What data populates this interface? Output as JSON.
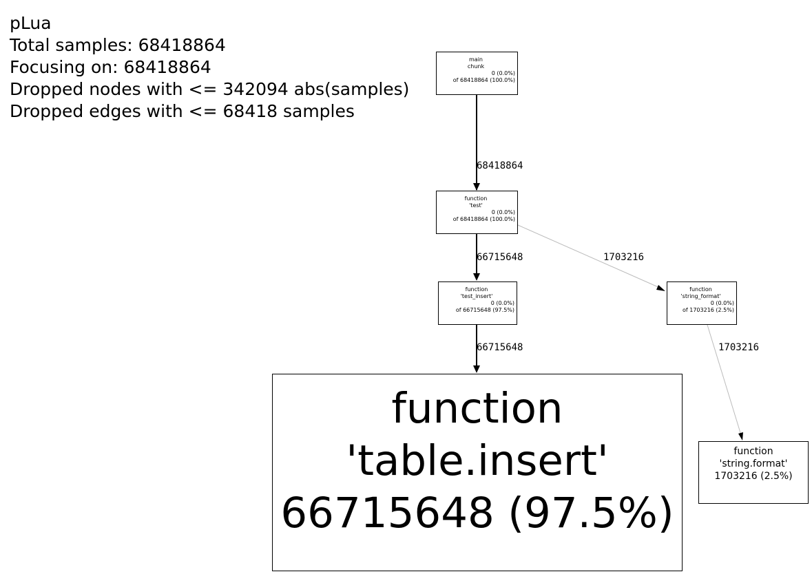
{
  "legend": {
    "title": "pLua",
    "total": "Total samples: 68418864",
    "focus": "Focusing on: 68418864",
    "dropped_nodes": "Dropped nodes with <= 342094 abs(samples)",
    "dropped_edges": "Dropped edges with <= 68418 samples"
  },
  "nodes": {
    "main_chunk": {
      "l1": "main",
      "l2": "chunk",
      "self": "0 (0.0%)",
      "cum": "of 68418864 (100.0%)"
    },
    "test": {
      "l1": "function",
      "l2": "'test'",
      "self": "0 (0.0%)",
      "cum": "of 68418864 (100.0%)"
    },
    "test_insert": {
      "l1": "function",
      "l2": "'test_insert'",
      "self": "0 (0.0%)",
      "cum": "of 66715648 (97.5%)"
    },
    "string_format_caller": {
      "l1": "function",
      "l2": "'string_format'",
      "self": "0 (0.0%)",
      "cum": "of 1703216 (2.5%)"
    },
    "table_insert": {
      "l1": "function",
      "l2": "'table.insert'",
      "self": "66715648 (97.5%)"
    },
    "string_format": {
      "l1": "function",
      "l2": "'string.format'",
      "self": "1703216 (2.5%)"
    }
  },
  "edges": {
    "main_to_test": "68418864",
    "test_to_test_insert": "66715648",
    "test_to_string_format": "1703216",
    "test_insert_to_table_insert": "66715648",
    "string_format_to_string_format": "1703216"
  }
}
